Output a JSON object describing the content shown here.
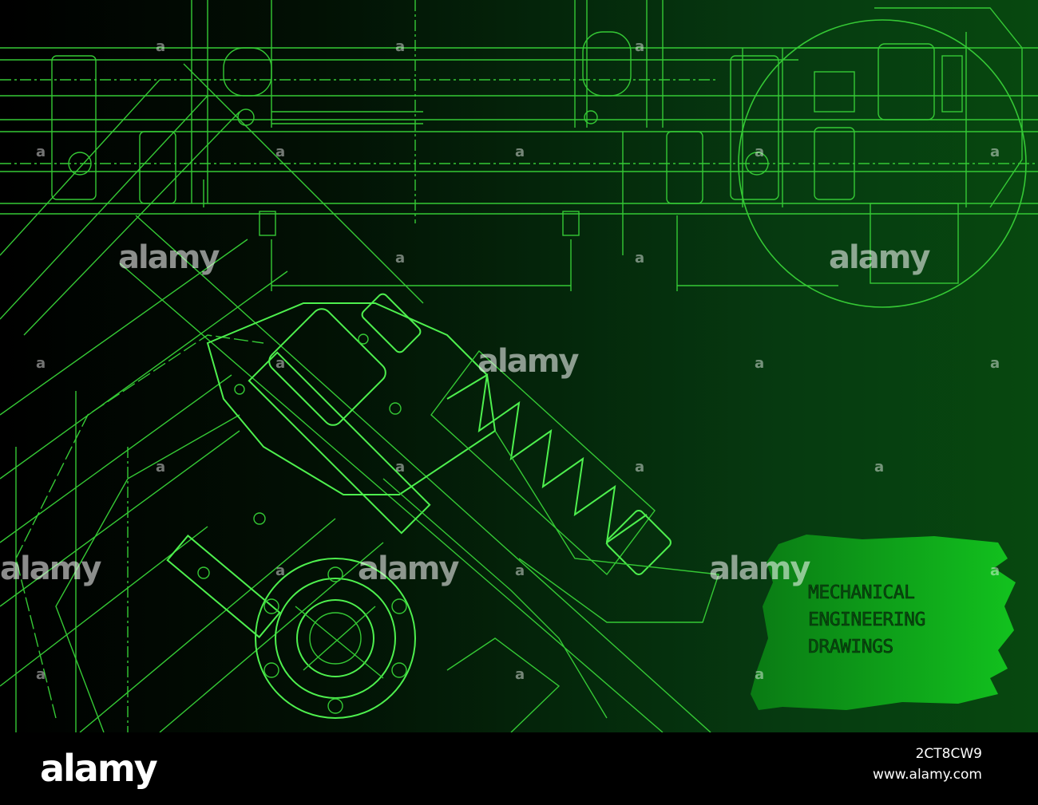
{
  "headline": {
    "line1": "MECHANICAL",
    "line2": "ENGINEERING",
    "line3": "DRAWINGS"
  },
  "watermark": {
    "text": "alamy",
    "tick": "a"
  },
  "footer": {
    "logo": "alamy",
    "image_id": "2CT8CW9",
    "site": "www.alamy.com"
  },
  "colors": {
    "line": "#3ad43a",
    "bright_line": "#4ef04e",
    "brush": "#0fb81c",
    "background_dark": "#000000",
    "background_green": "#07480f"
  }
}
